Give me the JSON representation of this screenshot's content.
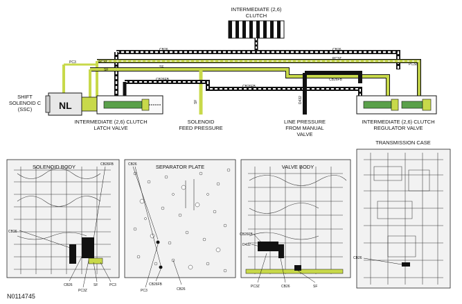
{
  "hydraulic": {
    "clutch_title_line1": "INTERMEDIATE (2,6)",
    "clutch_title_line2": "CLUTCH",
    "shift_solenoid_line1": "SHIFT",
    "shift_solenoid_line2": "SOLENOID C",
    "shift_solenoid_line3": "(SSC)",
    "nl_label": "NL",
    "latch_valve_line1": "INTERMEDIATE (2,6) CLUTCH",
    "latch_valve_line2": "LATCH VALVE",
    "solenoid_feed_line1": "SOLENOID",
    "solenoid_feed_line2": "FEED PRESSURE",
    "line_pressure_line1": "LINE PRESSURE",
    "line_pressure_line2": "FROM MANUAL",
    "line_pressure_line3": "VALVE",
    "regulator_valve_line1": "INTERMEDIATE (2,6) CLUTCH",
    "regulator_valve_line2": "REGULATOR VALVE",
    "passages": {
      "pc3_left": "PC3",
      "pc3z_left": "PC3Z",
      "sf_a": "SF",
      "cb26_top": "CB26",
      "cb26_right": "CB26",
      "pc3z_right": "PC3Z",
      "pc3z_far_right": "PC3Z",
      "sf_b": "SF",
      "cb26fb_left": "CB26FB",
      "cb26fb_mid": "CB26FB",
      "cb26fb_right": "CB26FB",
      "sf_vertical": "SF",
      "d432_vertical": "D432"
    }
  },
  "panels": {
    "solenoid_body": {
      "title": "SOLENOID BODY",
      "callouts": [
        "CB26FB",
        "CB26",
        "CB26",
        "PC3Z",
        "SF",
        "PC3"
      ]
    },
    "separator_plate": {
      "title": "SEPARATOR PLATE",
      "callouts": [
        "CB26",
        "PC3",
        "CB26FB",
        "CB26"
      ]
    },
    "valve_body": {
      "title": "VALVE BODY",
      "callouts": [
        "CB26FB",
        "D432",
        "PC3Z",
        "CB26",
        "SF"
      ]
    },
    "transmission_case": {
      "title": "TRANSMISSION CASE",
      "callouts": [
        "CB26"
      ]
    }
  },
  "figure_id": "N0114745",
  "colors": {
    "yellow_green": "#c8d94a",
    "dark": "#111111",
    "white_path": "#ffffff"
  }
}
